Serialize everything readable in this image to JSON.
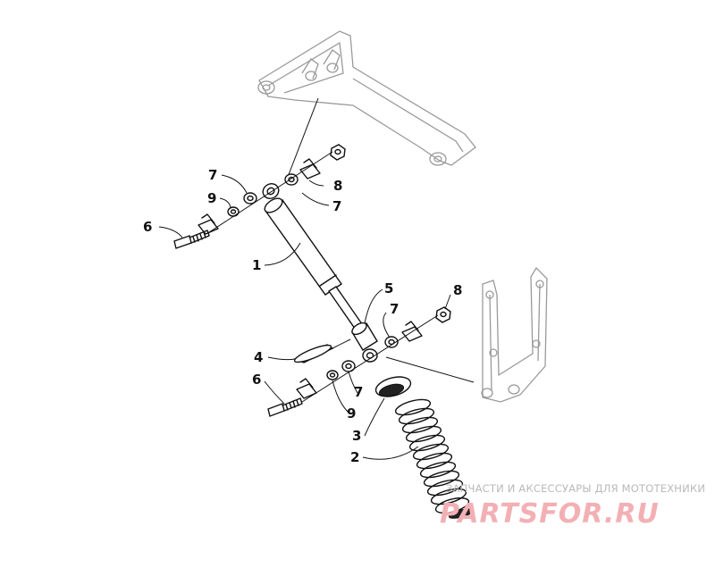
{
  "callouts": {
    "c1": "1",
    "c2": "2",
    "c3": "3",
    "c4": "4",
    "c5": "5",
    "c6_top": "6",
    "c6_bottom": "6",
    "c7_top_left": "7",
    "c7_top_right": "7",
    "c7_mid": "7",
    "c7_bottom": "7",
    "c8_top": "8",
    "c8_right": "8",
    "c9_top": "9",
    "c9_bottom": "9"
  },
  "watermark": {
    "caption": "ЗАПЧАСТИ И АКСЕССУАРЫ ДЛЯ МОТОТЕХНИКИ",
    "logo": "PARTSFOR.RU",
    "logo_color": "#f3b0b4"
  }
}
